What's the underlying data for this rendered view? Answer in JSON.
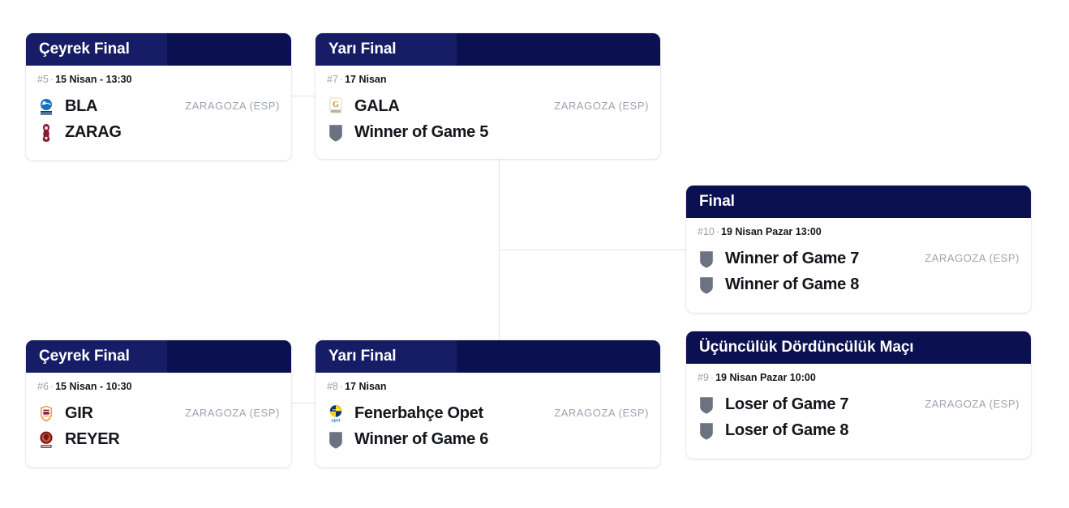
{
  "theme": {
    "page_background": "#ffffff",
    "header_navy_dark": "#0b1050",
    "header_navy_light": "#161c66",
    "title_color": "#ffffff",
    "team_name_color": "#14161c",
    "meta_number_color": "#9aa0ab",
    "venue_color": "#9ca3af",
    "connector_color": "#e2e4e8",
    "placeholder_shield_color": "#6b7280"
  },
  "matches": [
    {
      "id": "qf-game-5",
      "round_title": "Çeyrek Final",
      "number": "#5",
      "separator": "·",
      "schedule": "15 Nisan - 13:30",
      "venue": "ZARAGOZA (ESP)",
      "teams": [
        {
          "name": "BLA",
          "logo": "bla-logo",
          "placeholder": false
        },
        {
          "name": "ZARAG",
          "logo": "zarag-logo",
          "placeholder": false
        }
      ]
    },
    {
      "id": "qf-game-6",
      "round_title": "Çeyrek Final",
      "number": "#6",
      "separator": "·",
      "schedule": "15 Nisan - 10:30",
      "venue": "ZARAGOZA (ESP)",
      "teams": [
        {
          "name": "GIR",
          "logo": "gir-logo",
          "placeholder": false
        },
        {
          "name": "REYER",
          "logo": "reyer-logo",
          "placeholder": false
        }
      ]
    },
    {
      "id": "sf-game-7",
      "round_title": "Yarı Final",
      "number": "#7",
      "separator": "·",
      "schedule": "17 Nisan",
      "venue": "ZARAGOZA (ESP)",
      "teams": [
        {
          "name": "GALA",
          "logo": "gala-logo",
          "placeholder": false
        },
        {
          "name": "Winner of Game 5",
          "logo": "shield-placeholder-icon",
          "placeholder": true
        }
      ]
    },
    {
      "id": "sf-game-8",
      "round_title": "Yarı Final",
      "number": "#8",
      "separator": "·",
      "schedule": "17 Nisan",
      "venue": "ZARAGOZA (ESP)",
      "teams": [
        {
          "name": "Fenerbahçe Opet",
          "logo": "fenerbahce-opet-logo",
          "placeholder": false
        },
        {
          "name": "Winner of Game 6",
          "logo": "shield-placeholder-icon",
          "placeholder": true
        }
      ]
    },
    {
      "id": "final-game-10",
      "round_title": "Final",
      "number": "#10",
      "separator": "·",
      "schedule": "19 Nisan Pazar 13:00",
      "venue": "ZARAGOZA (ESP)",
      "teams": [
        {
          "name": "Winner of Game 7",
          "logo": "shield-placeholder-icon",
          "placeholder": true
        },
        {
          "name": "Winner of Game 8",
          "logo": "shield-placeholder-icon",
          "placeholder": true
        }
      ]
    },
    {
      "id": "third-place-game-9",
      "round_title": "Üçüncülük Dördüncülük Maçı",
      "number": "#9",
      "separator": "·",
      "schedule": "19 Nisan Pazar 10:00",
      "venue": "ZARAGOZA (ESP)",
      "teams": [
        {
          "name": "Loser of Game 7",
          "logo": "shield-placeholder-icon",
          "placeholder": true
        },
        {
          "name": "Loser of Game 8",
          "logo": "shield-placeholder-icon",
          "placeholder": true
        }
      ]
    }
  ]
}
